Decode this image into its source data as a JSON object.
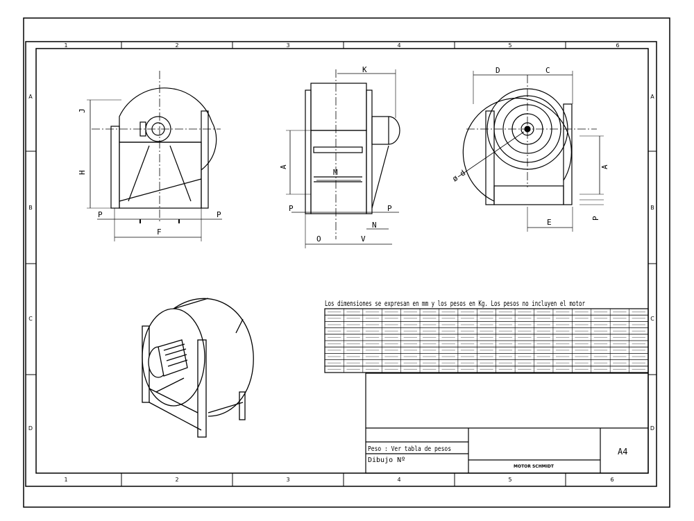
{
  "frame": {
    "column_labels_top": [
      "1",
      "2",
      "3",
      "4",
      "5",
      "6"
    ],
    "column_labels_bottom": [
      "1",
      "2",
      "3",
      "4",
      "5",
      "6"
    ],
    "row_labels_left": [
      "A",
      "B",
      "C",
      "D"
    ],
    "row_labels_right": [
      "A",
      "B",
      "C",
      "D"
    ]
  },
  "front_view": {
    "dims": {
      "top": "J",
      "height": "H",
      "left_foot": "P",
      "right_foot": "P",
      "width": "F"
    }
  },
  "side_view": {
    "dims": {
      "top": "K",
      "left": "A",
      "middle": "M",
      "left_foot": "P",
      "right_foot": "P",
      "right_small": "N",
      "bottom_left": "O",
      "bottom_right": "V"
    }
  },
  "back_view": {
    "dims": {
      "top_left": "D",
      "top_right": "C",
      "diameter": "ø d",
      "right": "A",
      "right_small": "P",
      "bottom": "E"
    }
  },
  "table": {
    "caption": "Los dimensiones se expresan en mm y los pesos en Kg. Los pesos no incluyen el motor",
    "rows": 10,
    "cols": 17
  },
  "title_block": {
    "weight_label": "Peso : Ver tabla de pesos",
    "drawing_label": "Dibujo Nº",
    "sheet_size": "A4",
    "company": "MOTOR SCHMIDT"
  }
}
